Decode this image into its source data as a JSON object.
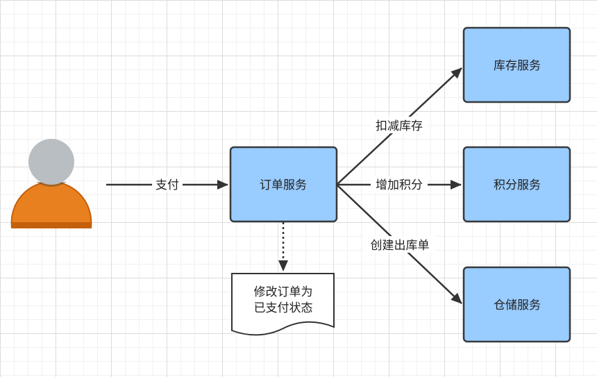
{
  "actor": {
    "icon": "user-icon",
    "head_color": "#b9bec3",
    "body_color": "#e8801f"
  },
  "nodes": {
    "order_service": "订单服务",
    "inventory_service": "库存服务",
    "points_service": "积分服务",
    "warehouse_service": "仓储服务",
    "update_order_line1": "修改订单为",
    "update_order_line2": "已支付状态"
  },
  "edges": {
    "pay": "支付",
    "deduct_inventory": "扣减库存",
    "add_points": "增加积分",
    "create_outbound": "创建出库单"
  },
  "colors": {
    "service_fill": "#99ccff",
    "service_stroke": "#36393d",
    "arrow": "#333333"
  }
}
